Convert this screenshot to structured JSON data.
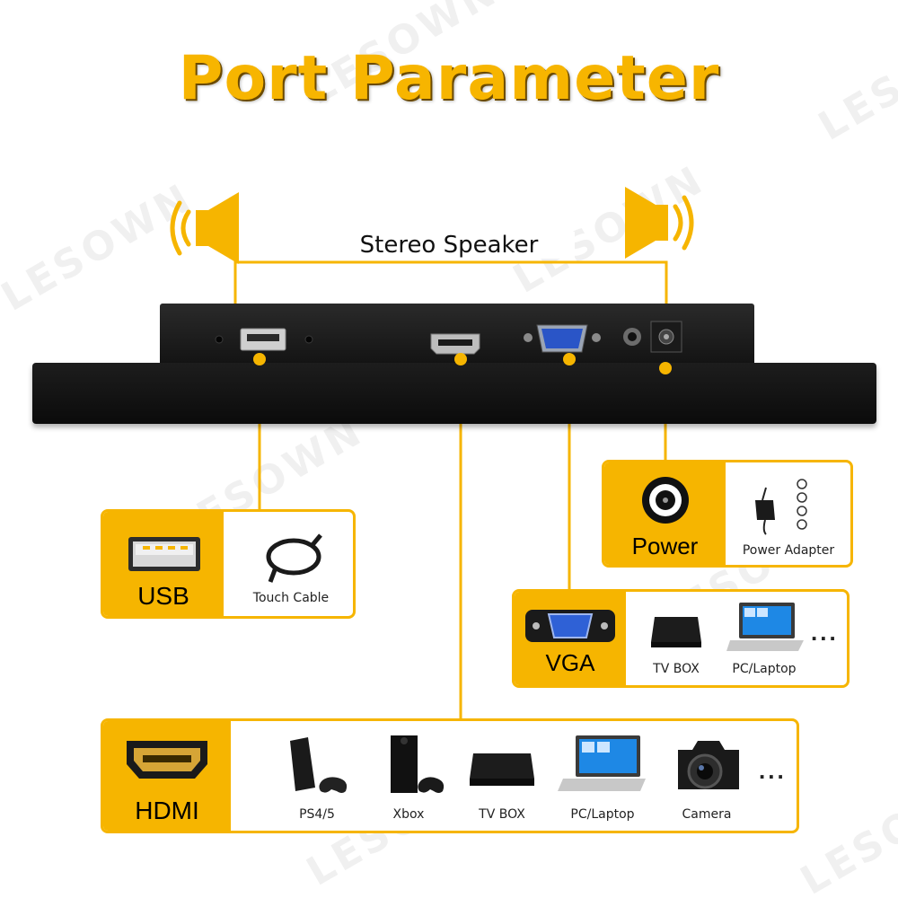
{
  "title": "Port Parameter",
  "watermark": "LESOWN",
  "stereo_label": "Stereo Speaker",
  "colors": {
    "accent": "#f6b500",
    "title_shadow": "#6b4a00",
    "monitor": "#141414"
  },
  "usb": {
    "port": "USB",
    "devices": [
      "Touch Cable"
    ]
  },
  "power": {
    "port": "Power",
    "devices": [
      "Power Adapter"
    ]
  },
  "vga": {
    "port": "VGA",
    "devices": [
      "TV BOX",
      "PC/Laptop"
    ],
    "more": "..."
  },
  "hdmi": {
    "port": "HDMI",
    "devices": [
      "PS4/5",
      "Xbox",
      "TV BOX",
      "PC/Laptop",
      "Camera"
    ],
    "more": "..."
  }
}
